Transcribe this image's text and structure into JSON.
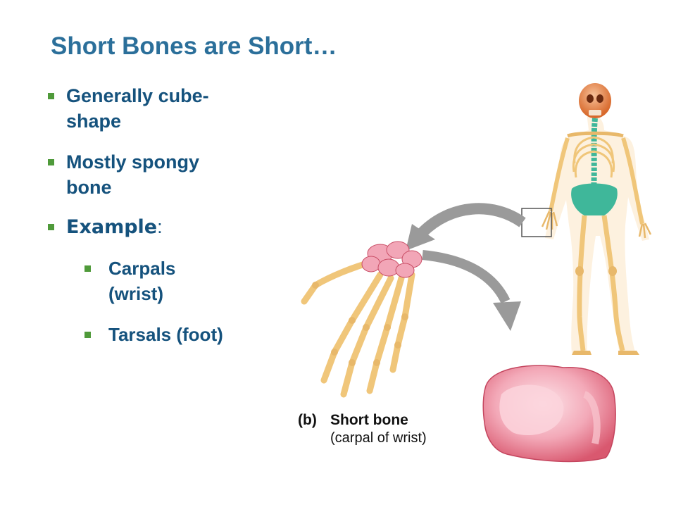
{
  "slide": {
    "title": "Short Bones are Short…",
    "bullets": [
      {
        "text": "Generally cube-shape",
        "line1": "Generally cube-",
        "line2": "shape"
      },
      {
        "text": "Mostly spongy bone",
        "line1": "Mostly spongy",
        "line2": "bone"
      },
      {
        "label": "Example",
        "suffix": ":"
      },
      {
        "text": "Carpals (wrist)",
        "line1": "Carpals",
        "line2": "(wrist)"
      },
      {
        "text": "Tarsals (foot)"
      }
    ]
  },
  "figure": {
    "panel": "(b)",
    "title": "Short bone",
    "subtitle": "(carpal of wrist)"
  },
  "colors": {
    "title": "#2b6f9a",
    "text": "#15527d",
    "bullet": "#4f9a3a",
    "bone": "#f3d49b",
    "carpal": "#f1a3b3",
    "axial": "#3fb79a",
    "skull": "#e7894a",
    "arrow": "#9a9a9a"
  }
}
